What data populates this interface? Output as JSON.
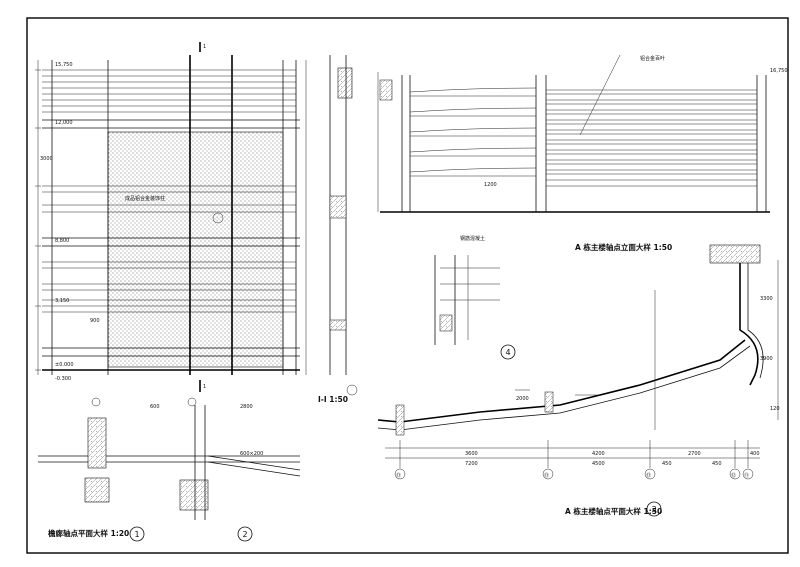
{
  "drawing": {
    "section_title": "I-I 1:50",
    "section_mark": "1",
    "plan_title": "A 栋主楼轴点平面大样 1:50",
    "elevation_title": "A 栋主楼轴点立面大样 1:50",
    "bottom_title": "檐廊轴点平面大样 1:20",
    "detail_numbers": [
      "1",
      "2",
      "3",
      "4"
    ],
    "axis_labels": [
      "⑬",
      "⑬",
      "⑬",
      "⑫",
      "⑪"
    ],
    "levels": [
      "15,750",
      "12,000",
      "8,800",
      "3,150",
      "±0.000",
      "-0.300",
      "16,750"
    ],
    "plan_dims": [
      "3600",
      "4200",
      "2700",
      "400",
      "7200",
      "4500",
      "450",
      "450",
      "120"
    ],
    "dims_misc": [
      "3000",
      "900",
      "600",
      "2800",
      "1200",
      "3300",
      "3900",
      "2000"
    ],
    "notes": [
      "铝合金百叶",
      "钢筋混凝土",
      "成品铝合金装饰柱",
      "600×200"
    ]
  }
}
